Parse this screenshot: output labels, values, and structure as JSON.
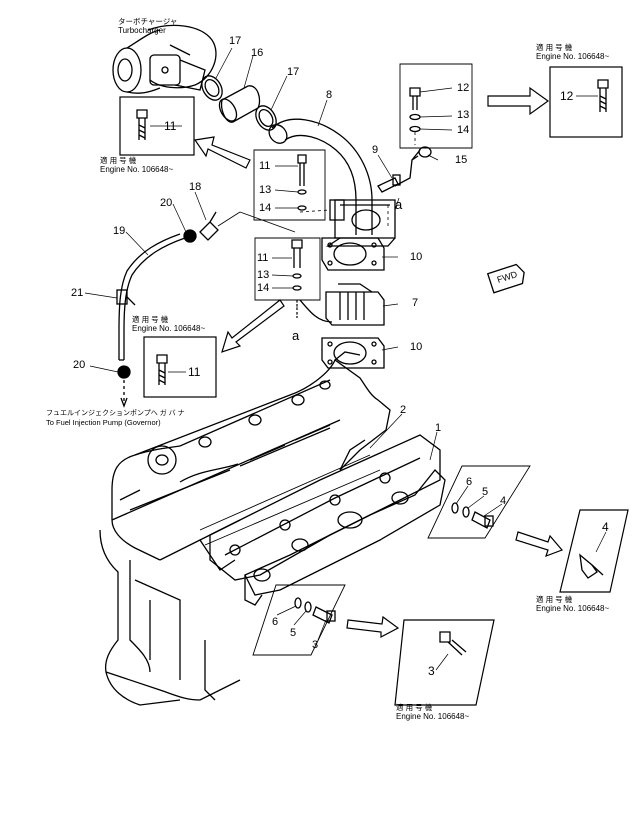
{
  "callouts": {
    "turbocharger_jp": "ターボチャージャ",
    "turbocharger_en": "Turbocharger",
    "fuel_pump_jp": "フュエルインジェクションポンプへ ガ バ ナ",
    "fuel_pump_en": "To Fuel Injection Pump (Governor)",
    "fwd": "FWD",
    "view_a": "a"
  },
  "inset_boxes": [
    {
      "jp": "適 用 号 機",
      "en": "Engine No. 106648~",
      "part": "11"
    },
    {
      "jp": "適 用 号 機",
      "en": "Engine No. 106648~",
      "part": "12"
    },
    {
      "jp": "適 用 号 機",
      "en": "Engine No. 106648~",
      "part": "11"
    },
    {
      "jp": "適 用 号 機",
      "en": "Engine No. 106648~",
      "part": "4"
    },
    {
      "jp": "適 用 号 機",
      "en": "Engine No. 106648~",
      "part": "3"
    }
  ],
  "part_numbers": [
    "1",
    "2",
    "3",
    "4",
    "5",
    "6",
    "7",
    "8",
    "9",
    "10",
    "11",
    "12",
    "13",
    "14",
    "15",
    "16",
    "17",
    "18",
    "19",
    "20",
    "21"
  ]
}
